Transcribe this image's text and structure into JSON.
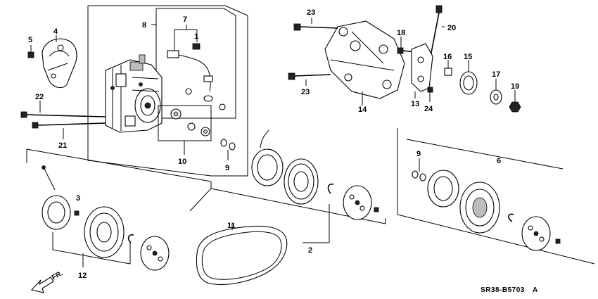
{
  "diagram": {
    "callouts": {
      "c1": "1",
      "c2": "2",
      "c3": "3",
      "c4": "4",
      "c5": "5",
      "c6": "6",
      "c7": "7",
      "c8": "8",
      "c9a": "9",
      "c9b": "9",
      "c10": "10",
      "c11": "11",
      "c12": "12",
      "c13": "13",
      "c14": "14",
      "c15": "15",
      "c16": "16",
      "c17": "17",
      "c18": "18",
      "c19": "19",
      "c20": "20",
      "c21": "21",
      "c22": "22",
      "c23a": "23",
      "c23b": "23",
      "c24": "24"
    },
    "direction_label": "FR.",
    "figure_code": "SR38-B5703",
    "figure_suffix": "A"
  }
}
